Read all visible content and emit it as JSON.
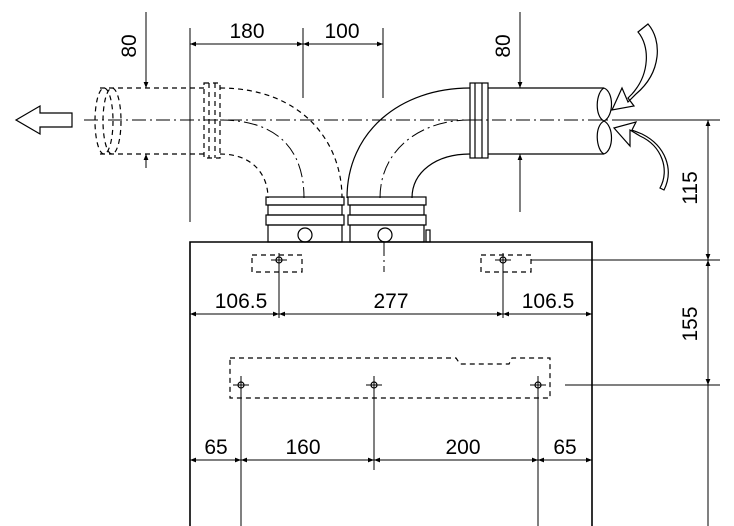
{
  "dimensions": {
    "pipe_dia_left": "80",
    "pipe_dia_right": "80",
    "offset_top_left": "180",
    "offset_top_right": "100",
    "height_upper": "115",
    "height_lower": "155",
    "mount_left": "106.5",
    "mount_middle": "277",
    "mount_right": "106.5",
    "bracket_left": "65",
    "bracket_a": "160",
    "bracket_b": "200",
    "bracket_right": "65"
  },
  "icons": [
    "exhaust-arrow-icon",
    "intake-arrow-icon"
  ]
}
